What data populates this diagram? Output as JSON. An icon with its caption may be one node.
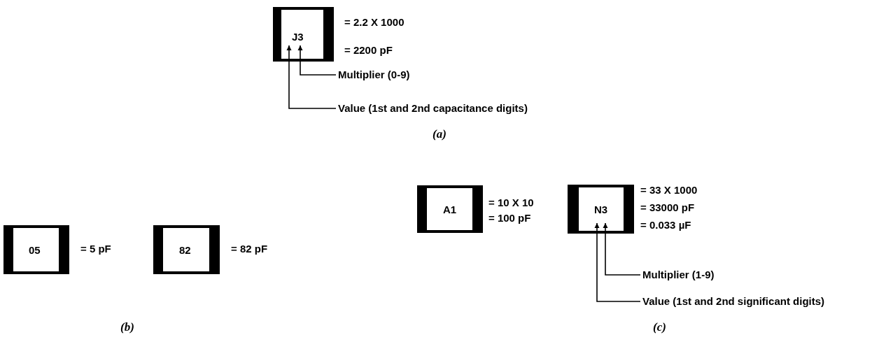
{
  "diagram": {
    "nodes": [
      {
        "text": [
          "J3"
        ],
        "beside": [
          "= 2.2 X 1000",
          "= 2200 pF"
        ]
      },
      {
        "text": [
          "Multiplier (0-9)"
        ]
      },
      {
        "text": [
          "Value (1st and 2nd capacitance digits)"
        ]
      },
      {
        "text": [
          "05"
        ],
        "beside": [
          "= 5 pF"
        ]
      },
      {
        "text": [
          "82"
        ],
        "beside": [
          "= 82 pF"
        ]
      },
      {
        "text": [
          "A1"
        ],
        "beside": [
          "= 10 X 10",
          "= 100 pF"
        ]
      },
      {
        "text": [
          "N3"
        ],
        "beside": [
          "= 33 X 1000",
          "= 33000 pF",
          "= 0.033 µF"
        ]
      },
      {
        "text": [
          "Multiplier (1-9)"
        ]
      },
      {
        "text": [
          "Value (1st and 2nd significant digits)"
        ]
      }
    ],
    "edges": [
      {
        "from": 1,
        "to": 0,
        "arrow": "to"
      },
      {
        "from": 2,
        "to": 0,
        "arrow": "to"
      },
      {
        "from": 7,
        "to": 6,
        "arrow": "to"
      },
      {
        "from": 8,
        "to": 6,
        "arrow": "to"
      }
    ],
    "labels": [
      "(a)",
      "(b)",
      "(c)"
    ]
  }
}
